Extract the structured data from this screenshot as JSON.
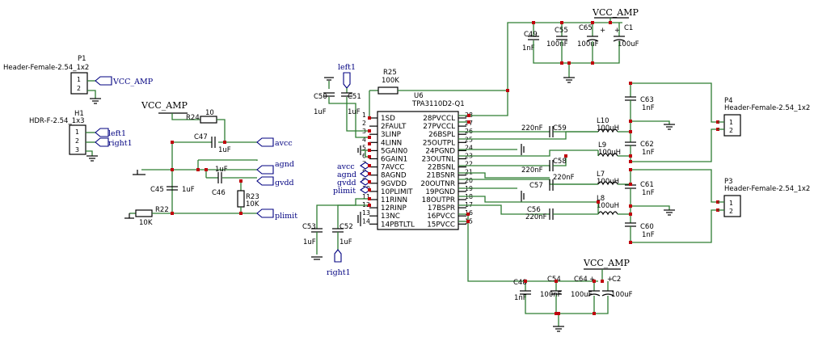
{
  "schematic": {
    "chip": {
      "ref": "U6",
      "part": "TPA3110D2-Q1",
      "left_pins": [
        "1SD",
        "2FAULT",
        "3LINP",
        "4LINN",
        "5GAIN0",
        "6GAIN1",
        "7AVCC",
        "8AGND",
        "9GVDD",
        "10PLIMIT",
        "11RINN",
        "12RINP",
        "13NC",
        "14PBTLTL"
      ],
      "right_pins": [
        "28PVCCL",
        "27PVCCL",
        "26BSPL",
        "25OUTPL",
        "24PGND",
        "23OUTNL",
        "22BSNL",
        "21BSNR",
        "20OUTNR",
        "19PGND",
        "18OUTPR",
        "17BSPR",
        "16PVCC",
        "15PVCC"
      ],
      "left_nums": [
        "1",
        "2",
        "3",
        "4",
        "5",
        "6",
        "7",
        "8",
        "9",
        "10",
        "11",
        "12",
        "13",
        "14"
      ],
      "right_nums": [
        "28",
        "27",
        "26",
        "25",
        "24",
        "23",
        "22",
        "21",
        "20",
        "19",
        "18",
        "17",
        "16",
        "15"
      ]
    },
    "supply": "VCC_AMP",
    "connectors": {
      "p1_ref": "P1",
      "p1_part": "Header-Female-2.54_1x2",
      "p1_pins": [
        "1",
        "2"
      ],
      "h1_ref": "H1",
      "h1_part": "HDR-F-2.54_1x3",
      "h1_pins": [
        "1",
        "2",
        "3"
      ],
      "p4_ref": "P4",
      "p4_part": "Header-Female-2.54_1x2",
      "p4_pins": [
        "1",
        "2"
      ],
      "p3_ref": "P3",
      "p3_part": "Header-Female-2.54_1x2",
      "p3_pins": [
        "1",
        "2"
      ]
    },
    "nets": {
      "left1": "left1",
      "right1": "right1",
      "avcc": "avcc",
      "agnd": "agnd",
      "gvdd": "gvdd",
      "plimit": "plimit"
    },
    "resistors": {
      "R24": "R24",
      "R24_val": "10",
      "R23": "R23",
      "R23_val": "10K",
      "R22": "R22",
      "R22_val": "10K",
      "R25": "R25",
      "R25_val": "100K"
    },
    "capacitors": {
      "C47": "C47",
      "C47_val": "1uF",
      "C45": "C45",
      "C45_val": "1uF",
      "C46": "C46",
      "C46_val": "1uF",
      "C50": "C50",
      "C50_val": "1uF",
      "C51": "C51",
      "C51_val": "1uF",
      "C53": "C53",
      "C53_val": "1uF",
      "C52": "C52",
      "C52_val": "1uF",
      "C49": "C49",
      "C49_val": "1nF",
      "C55": "C55",
      "C55_val": "100nF",
      "C65": "C65",
      "C65_val": "100uF",
      "C1": "C1",
      "C1_val": "100uF",
      "C59": "C59",
      "C59_val": "220nF",
      "C58": "C58",
      "C58_val": "220nF",
      "C57": "C57",
      "C57_val": "220nF",
      "C56": "C56",
      "C56_val": "220nF",
      "C63": "C63",
      "C63_val": "1nF",
      "C62": "C62",
      "C62_val": "1nF",
      "C61": "C61",
      "C61_val": "1nF",
      "C60": "C60",
      "C60_val": "1nF",
      "C48": "C48",
      "C48_val": "1nF",
      "C54": "C54",
      "C54_val": "100nF",
      "C64": "C64",
      "C64_val": "100uF",
      "C2": "C2",
      "C2_val": "100uF"
    },
    "inductors": {
      "L10": "L10",
      "L10_val": "100uH",
      "L9": "L9",
      "L9_val": "100uH",
      "L7": "L7",
      "L7_val": "100uH",
      "L8": "L8",
      "L8_val": "100uH"
    },
    "polarity_plus": "+"
  }
}
